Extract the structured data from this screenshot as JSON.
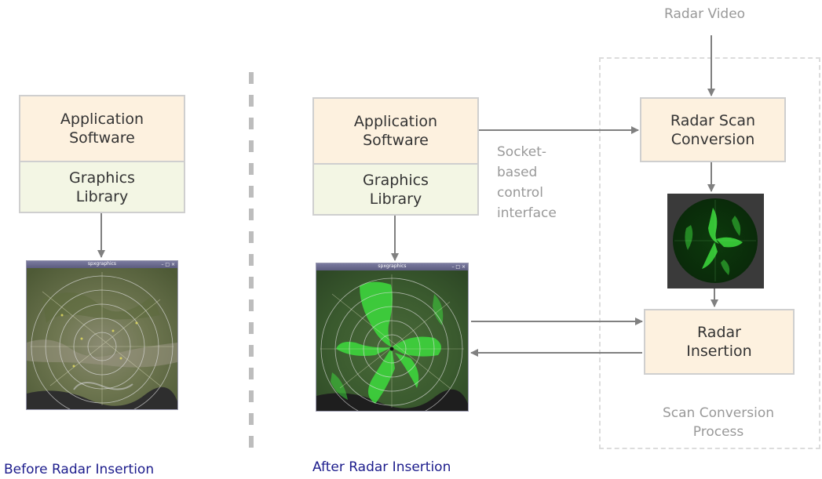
{
  "left": {
    "app_box": "Application Software",
    "lib_box": "Graphics Library",
    "window_title": "spxgraphics",
    "caption": "Before Radar Insertion"
  },
  "right": {
    "app_box": "Application Software",
    "lib_box": "Graphics Library",
    "window_title": "spxgraphics",
    "caption": "After Radar Insertion",
    "control_label": "Socket-based control interface"
  },
  "process": {
    "input_label": "Radar Video",
    "scan_box": "Radar Scan Conversion",
    "insert_box": "Radar Insertion",
    "region_label": "Scan Conversion Process"
  },
  "colors": {
    "app_fill": "#fdf1df",
    "lib_fill": "#f3f6e4",
    "arrow": "#808080",
    "caption": "#1c1c8c",
    "radar_green": "#3ddc3d"
  }
}
